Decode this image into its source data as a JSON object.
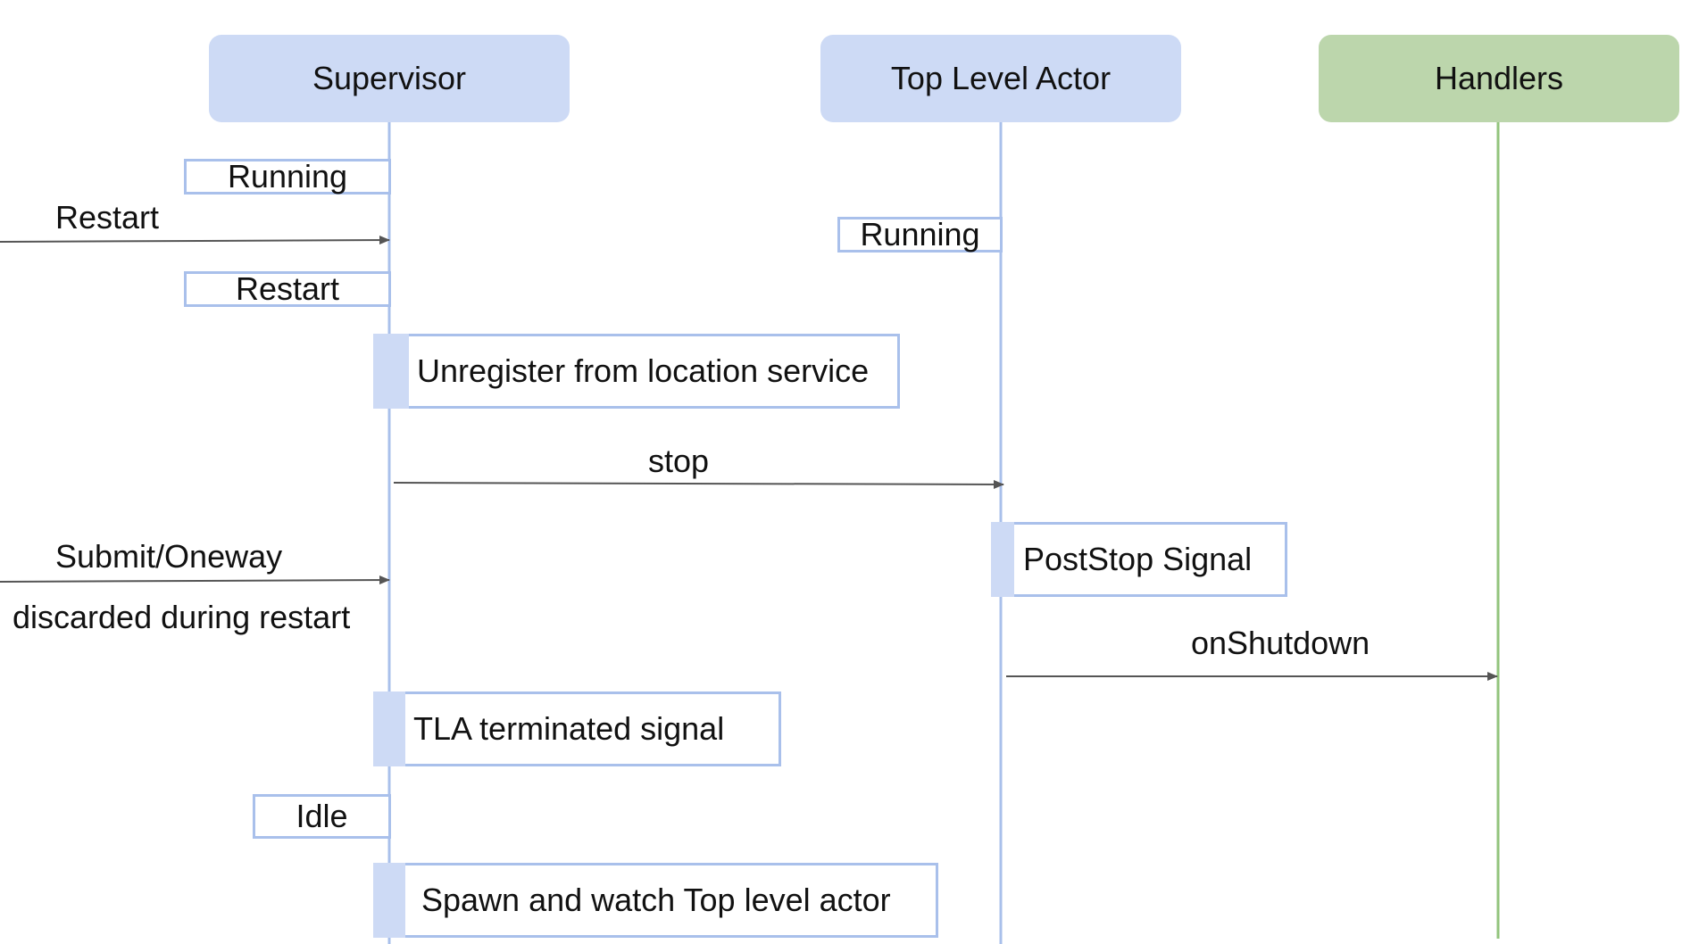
{
  "participants": {
    "supervisor": "Supervisor",
    "top_level_actor": "Top Level Actor",
    "handlers": "Handlers"
  },
  "states": {
    "supervisor_running": "Running",
    "supervisor_restart": "Restart",
    "tla_running": "Running",
    "supervisor_idle": "Idle"
  },
  "activations": {
    "unregister": "Unregister from location service",
    "poststop": "PostStop Signal",
    "tla_terminated": "TLA terminated signal",
    "spawn_watch": "Spawn and watch Top level actor"
  },
  "messages": {
    "restart": "Restart",
    "stop": "stop",
    "submit_oneway": "Submit/Oneway",
    "discarded": "discarded during restart",
    "on_shutdown": "onShutdown"
  },
  "colors": {
    "participant_blue": "#cddaf5",
    "participant_green": "#bcd6ac",
    "lifeline_blue": "#a9c0eb",
    "lifeline_green": "#93c47d",
    "arrow": "#555555"
  }
}
